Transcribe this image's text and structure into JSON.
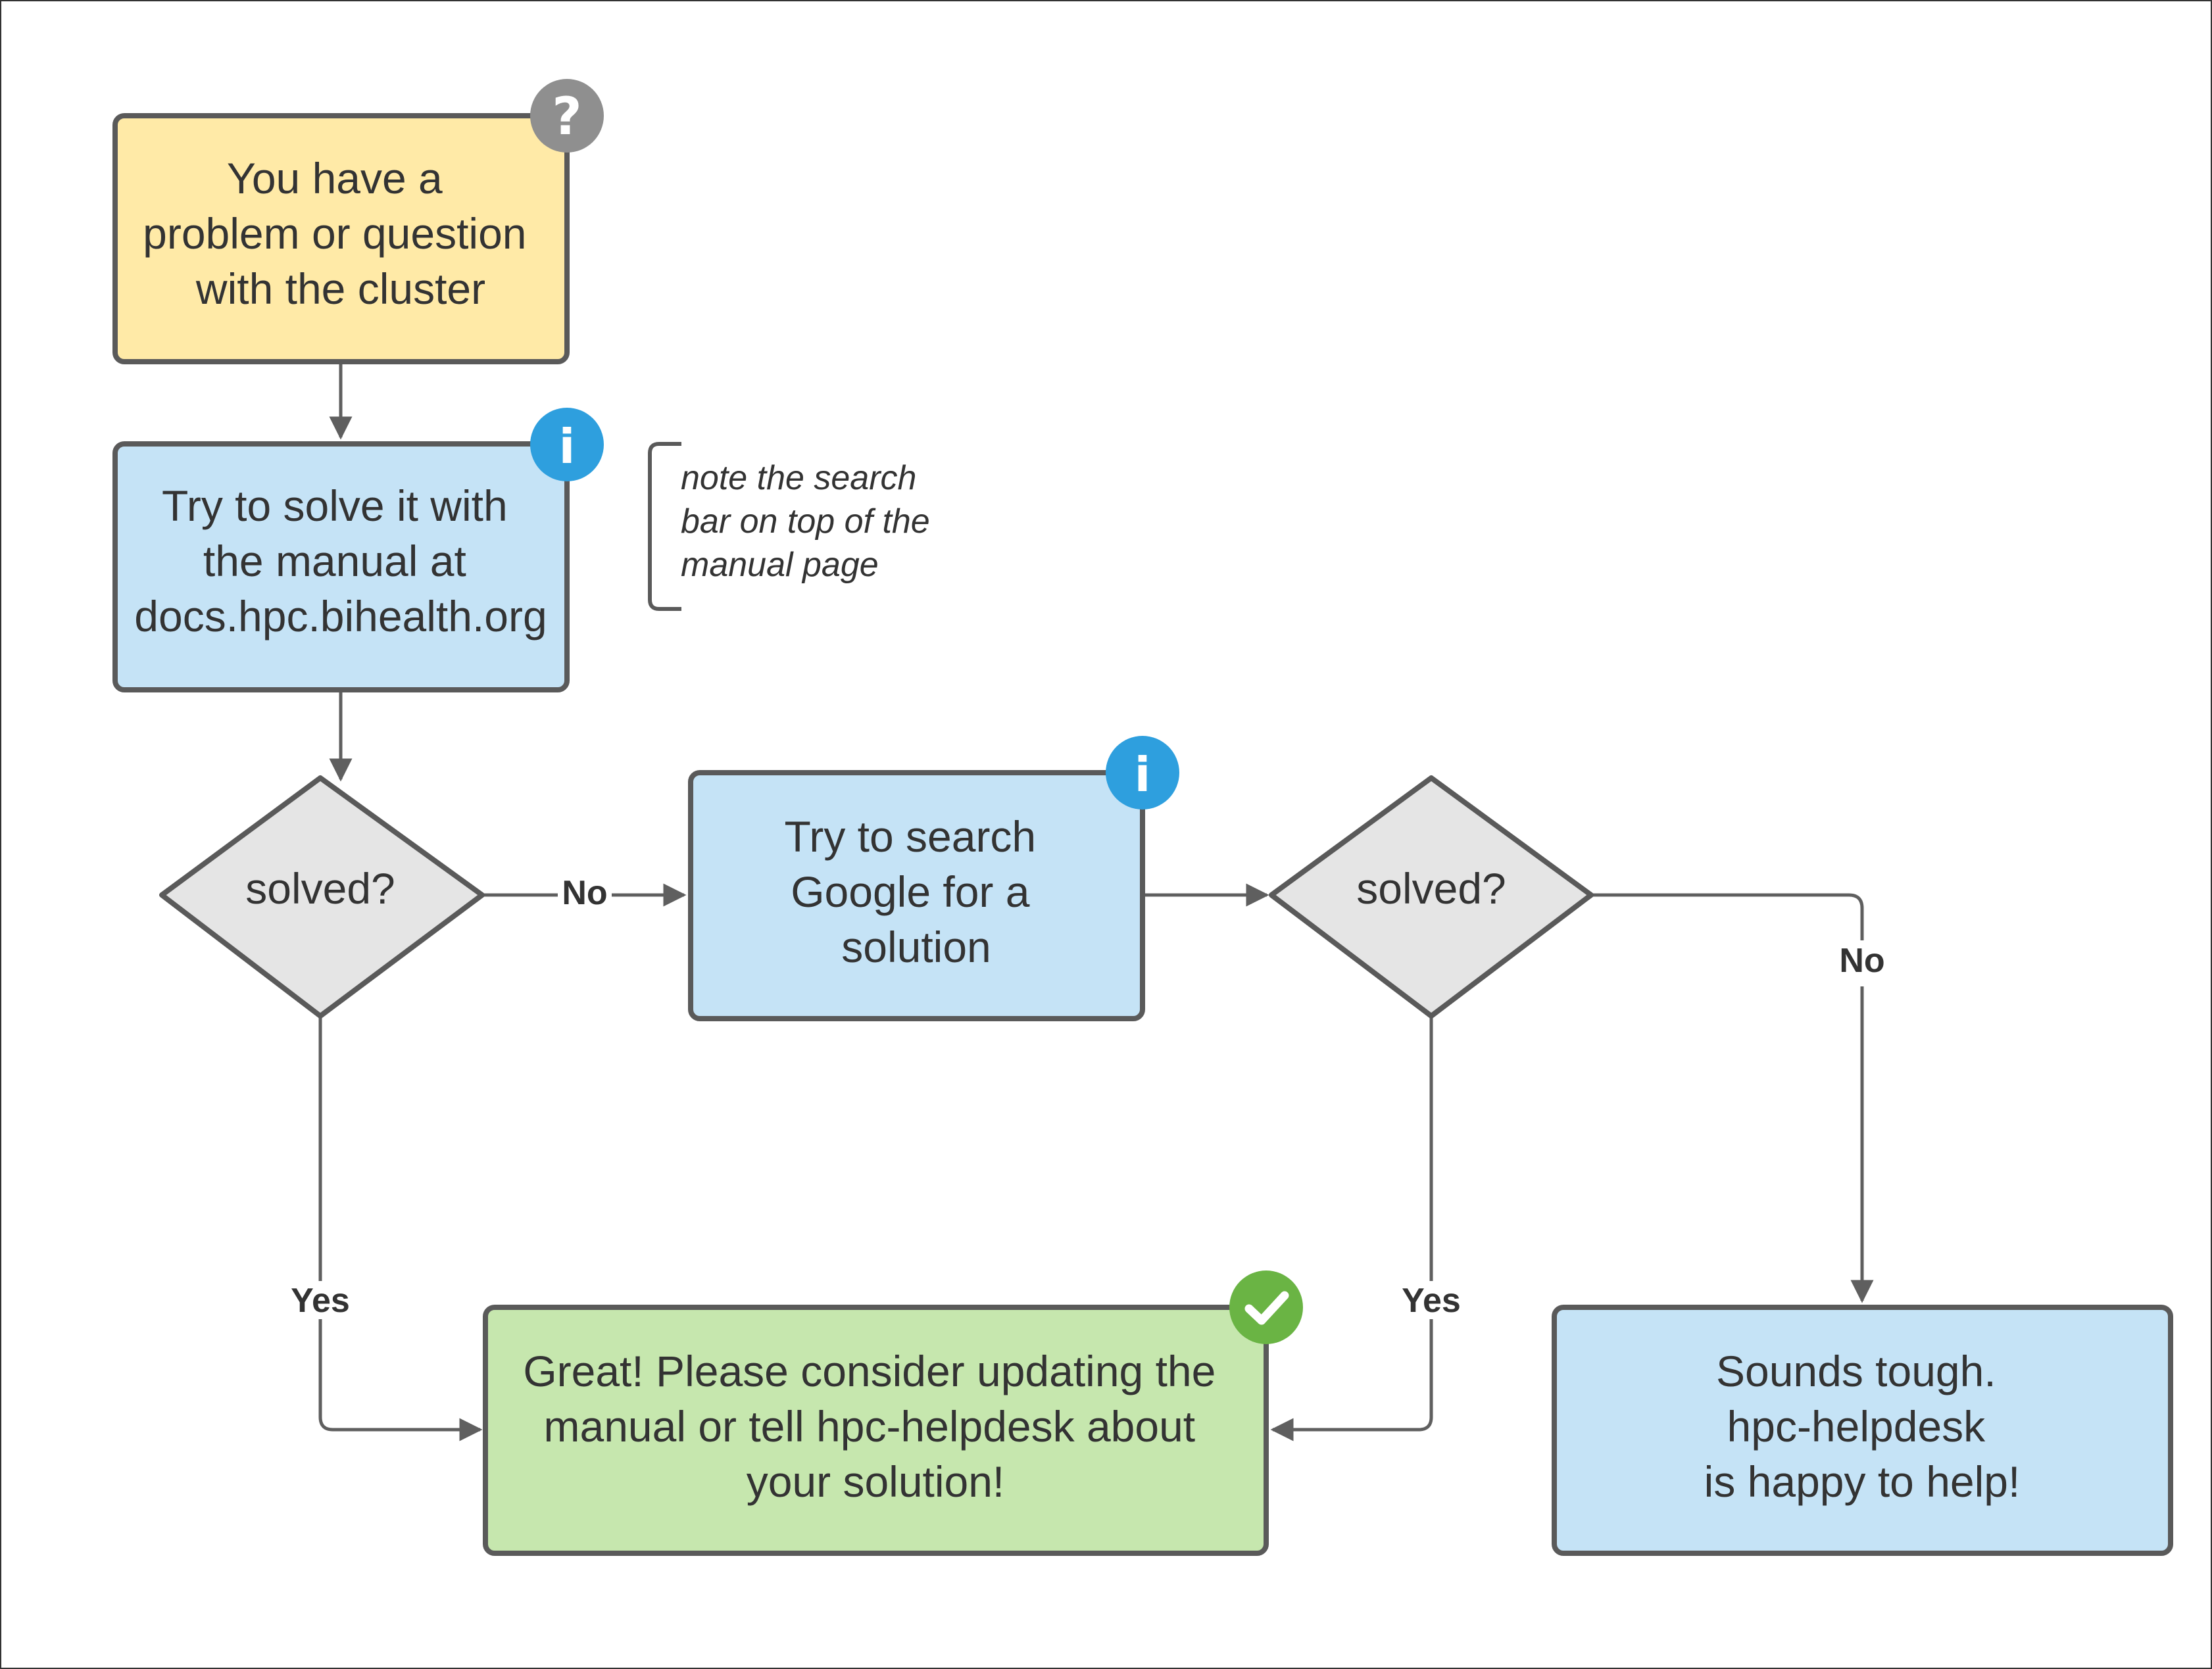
{
  "nodes": {
    "problem": {
      "lines": [
        "You have a",
        "problem or question",
        "with the cluster"
      ],
      "color": "#ffeaa7"
    },
    "manual": {
      "lines": [
        "Try to solve it with",
        "the manual at",
        "docs.hpc.bihealth.org"
      ],
      "color": "#c5e3f6"
    },
    "solved1": {
      "text": "solved?",
      "color": "#e5e5e5"
    },
    "google": {
      "lines": [
        "Try to search",
        "Google for a",
        "solution"
      ],
      "color": "#c5e3f6"
    },
    "solved2": {
      "text": "solved?",
      "color": "#e5e5e5"
    },
    "great": {
      "lines": [
        "Great! Please consider updating the",
        "manual or tell hpc-helpdesk about",
        "your solution!"
      ],
      "color": "#c6e7ae"
    },
    "tough": {
      "lines": [
        "Sounds tough.",
        "hpc-helpdesk",
        "is happy to help!"
      ],
      "color": "#c5e3f6"
    }
  },
  "note": {
    "lines": [
      "note the search",
      "bar on top of the",
      "manual page"
    ]
  },
  "edge_labels": {
    "no1": "No",
    "yes1": "Yes",
    "no2": "No",
    "yes2": "Yes"
  },
  "badges": {
    "question": {
      "icon": "question-icon",
      "glyph": "?",
      "color": "#8f8f8f"
    },
    "info_manual": {
      "icon": "info-icon",
      "glyph": "i",
      "color": "#2e9fde"
    },
    "info_google": {
      "icon": "info-icon",
      "glyph": "i",
      "color": "#2e9fde"
    },
    "check": {
      "icon": "check-icon",
      "color": "#6ab444"
    }
  },
  "colors": {
    "stroke": "#5a5a5a",
    "text": "#333333"
  }
}
